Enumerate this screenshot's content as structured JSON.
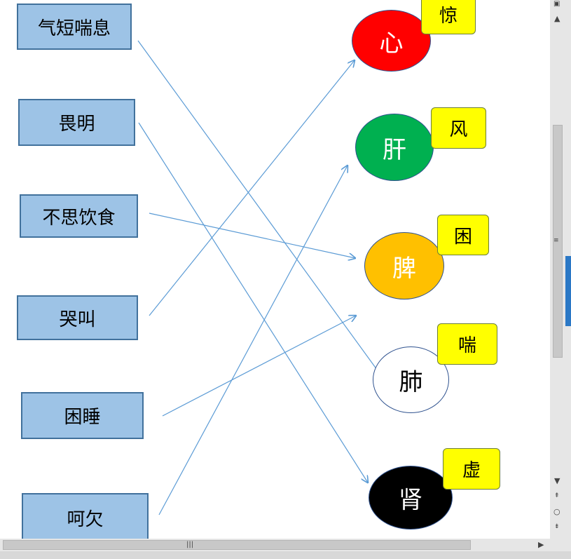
{
  "symptoms": [
    {
      "label": "气短喘息"
    },
    {
      "label": "畏明"
    },
    {
      "label": "不思饮食"
    },
    {
      "label": "哭叫"
    },
    {
      "label": "困睡"
    },
    {
      "label": "呵欠"
    }
  ],
  "organs": [
    {
      "label": "心",
      "fill": "#ff0000",
      "text_color": "#ffffff"
    },
    {
      "label": "肝",
      "fill": "#00b050",
      "text_color": "#ffffff"
    },
    {
      "label": "脾",
      "fill": "#ffc000",
      "text_color": "#ffffff"
    },
    {
      "label": "肺",
      "fill": "#ffffff",
      "text_color": "#000000"
    },
    {
      "label": "肾",
      "fill": "#000000",
      "text_color": "#ffffff"
    }
  ],
  "tags": [
    {
      "label": "惊"
    },
    {
      "label": "风"
    },
    {
      "label": "困"
    },
    {
      "label": "喘"
    },
    {
      "label": "虚"
    }
  ],
  "links": [
    {
      "from": "气短喘息",
      "to": "肺"
    },
    {
      "from": "畏明",
      "to": "肾"
    },
    {
      "from": "不思饮食",
      "to": "脾"
    },
    {
      "from": "哭叫",
      "to": "心"
    },
    {
      "from": "困睡",
      "to": "脾"
    },
    {
      "from": "呵欠",
      "to": "肝"
    }
  ],
  "colors": {
    "box_fill": "#9dc3e6",
    "box_border": "#41719c",
    "arrow": "#5b9bd5",
    "tag_fill": "#ffff00"
  },
  "scrollbar": {
    "h_thumb_icon": "grip-lines-icon"
  }
}
